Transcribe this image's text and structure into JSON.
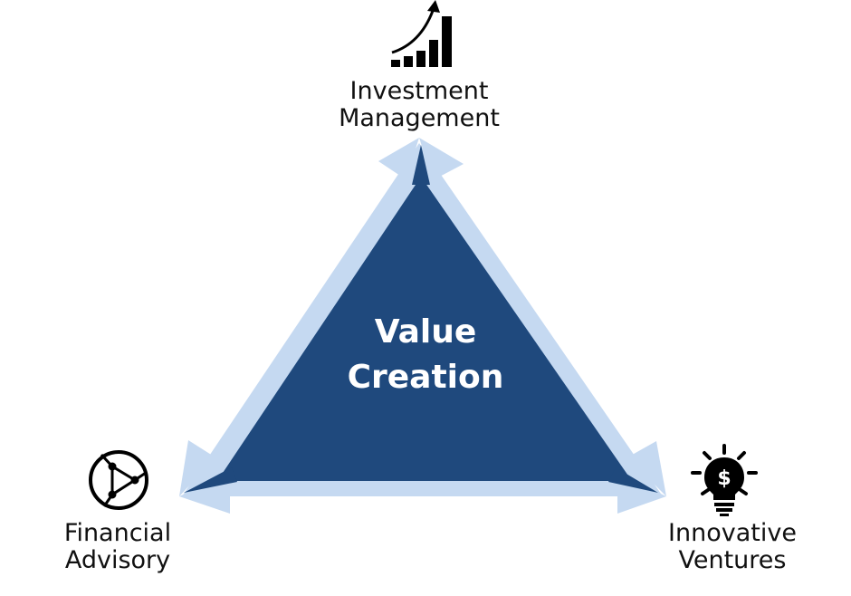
{
  "center": {
    "line1": "Value",
    "line2": "Creation"
  },
  "nodes": {
    "top": {
      "line1": "Investment",
      "line2": "Management",
      "icon": "growth-chart-icon"
    },
    "left": {
      "line1": "Financial",
      "line2": "Advisory",
      "icon": "network-globe-icon"
    },
    "right": {
      "line1": "Innovative",
      "line2": "Ventures",
      "icon": "lightbulb-dollar-icon"
    }
  },
  "colors": {
    "triangle": "#1f497d",
    "arrows": "#c5d9f1",
    "icon": "#000000",
    "text": "#111111"
  }
}
